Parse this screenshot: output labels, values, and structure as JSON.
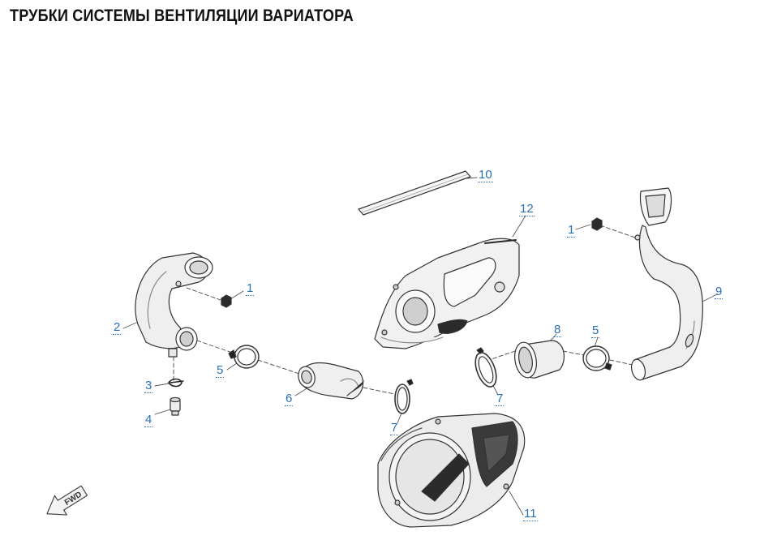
{
  "title": "ТРУБКИ СИСТЕМЫ ВЕНТИЛЯЦИИ ВАРИАТОРА",
  "callouts": [
    "1",
    "1",
    "2",
    "3",
    "4",
    "5",
    "5",
    "6",
    "7",
    "7",
    "8",
    "9",
    "10",
    "11",
    "12"
  ],
  "fwd_label": "FWD",
  "colors": {
    "callout": "#2a6fb3",
    "line": "#333333",
    "part_fill": "#ececec",
    "part_dark": "#2b2b2b"
  }
}
